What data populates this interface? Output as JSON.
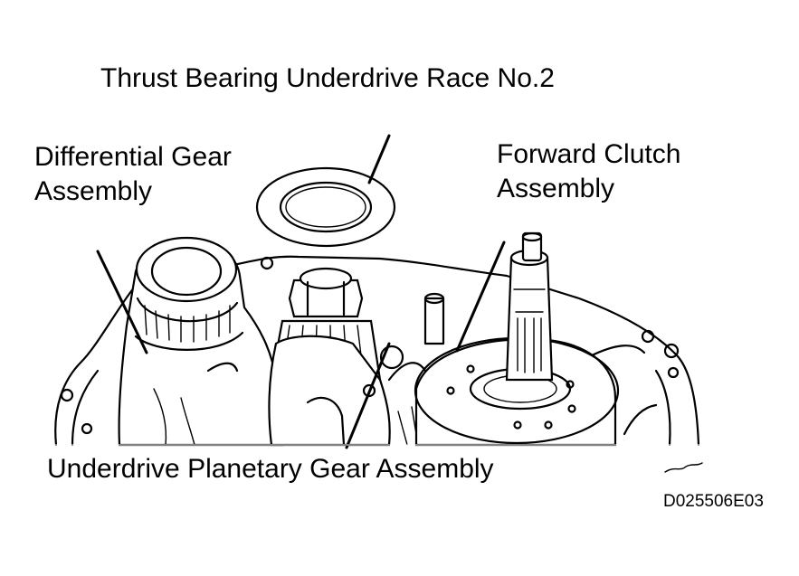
{
  "labels": {
    "thrust_bearing": "Thrust Bearing Underdrive Race No.2",
    "differential_line1": "Differential Gear",
    "differential_line2": "Assembly",
    "forward_line1": "Forward Clutch",
    "forward_line2": "Assembly",
    "planetary": "Underdrive Planetary Gear Assembly"
  },
  "figure_code": "D025506E03"
}
